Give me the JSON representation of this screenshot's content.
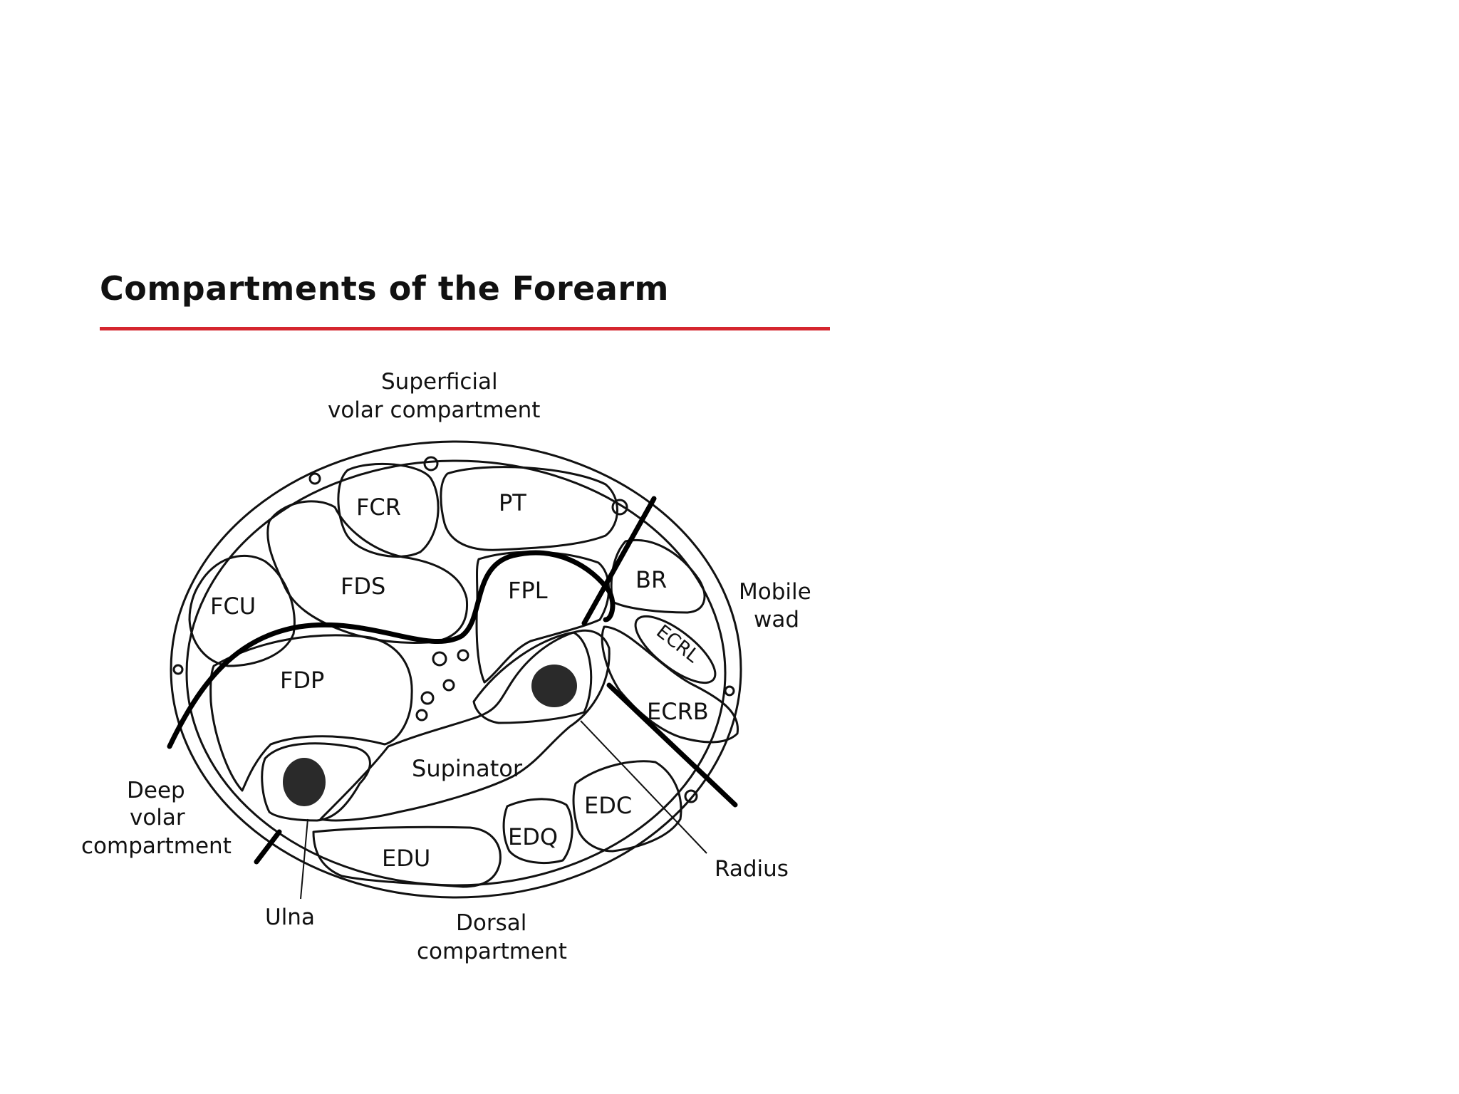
{
  "title": "Compartments of the Forearm",
  "colors": {
    "title_rule": "#d5262e",
    "ink": "#111111"
  },
  "labels": {
    "superficial_volar": [
      "Superficial",
      "volar compartment"
    ],
    "mobile_wad": [
      "Mobile",
      "wad"
    ],
    "deep_volar": [
      "Deep",
      "volar",
      "compartment"
    ],
    "dorsal": [
      "Dorsal",
      "compartment"
    ],
    "ulna": "Ulna",
    "radius": "Radius"
  },
  "muscles": {
    "fcr": "FCR",
    "pt": "PT",
    "fds": "FDS",
    "fpl": "FPL",
    "fcu": "FCU",
    "br": "BR",
    "ecrl": "ECRL",
    "fdp": "FDP",
    "ecrb": "ECRB",
    "supinator": "Supinator",
    "edc": "EDC",
    "edq": "EDQ",
    "edu": "EDU"
  }
}
